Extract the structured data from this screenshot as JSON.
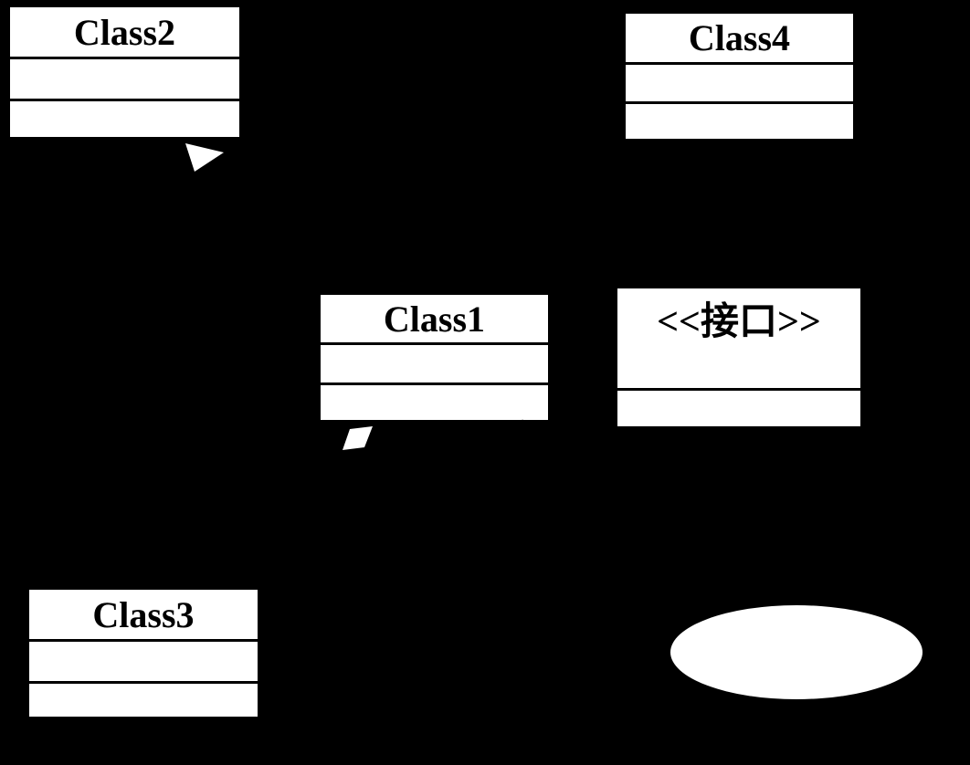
{
  "colors": {
    "background": "#000000",
    "shape_fill": "#ffffff",
    "line": "#000000"
  },
  "classes": [
    {
      "name": "Class2",
      "attributes_text": "",
      "operations_text": ""
    },
    {
      "name": "Class4",
      "attributes_text": "",
      "operations_text": ""
    },
    {
      "name": "Class1",
      "attributes_text": "",
      "operations_text": ""
    },
    {
      "name": "<<接口>>",
      "operations_text": ""
    },
    {
      "name": "Class3",
      "attributes_text": "",
      "operations_text": ""
    }
  ],
  "shapes": {
    "ellipse_label": "",
    "connector_ends": [
      {
        "kind": "generalization-hollow-triangle",
        "near": "Class2"
      },
      {
        "kind": "aggregation-hollow-diamond",
        "near": "Class1"
      }
    ]
  }
}
